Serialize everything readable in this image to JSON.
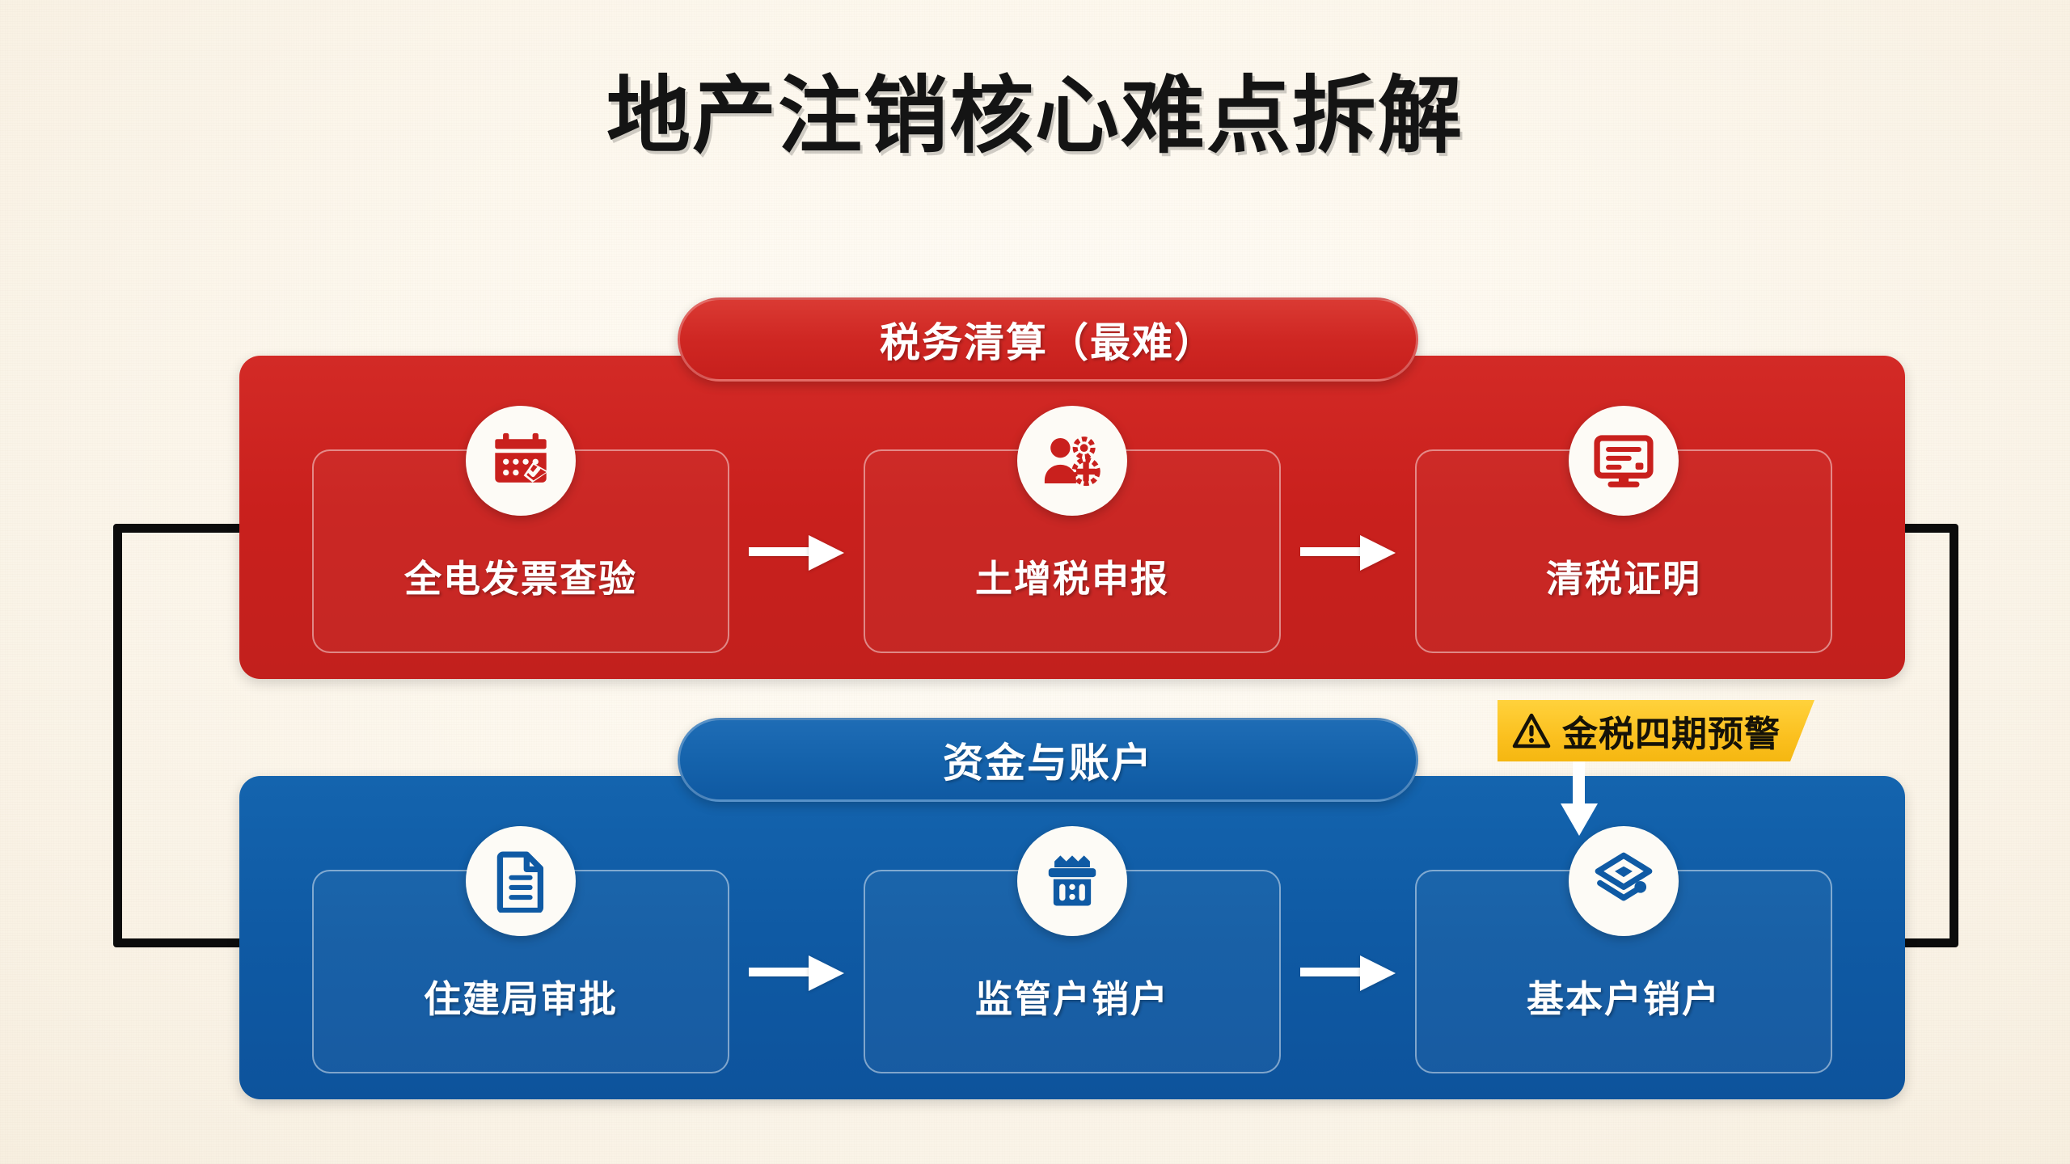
{
  "page": {
    "title": "地产注销核心难点拆解",
    "background_color": "#fbf5ea",
    "frame_color": "#0c0c0c"
  },
  "sections": [
    {
      "id": "tax",
      "header": "税务清算（最难）",
      "color": "#c9201d",
      "steps": [
        {
          "label": "全电发票查验",
          "icon": "calendar-check-icon"
        },
        {
          "label": "土增税申报",
          "icon": "people-coin-icon"
        },
        {
          "label": "清税证明",
          "icon": "monitor-document-icon"
        }
      ]
    },
    {
      "id": "funds",
      "header": "资金与账户",
      "color": "#0f5aa4",
      "steps": [
        {
          "label": "住建局审批",
          "icon": "document-lines-icon"
        },
        {
          "label": "监管户销户",
          "icon": "bank-basket-icon"
        },
        {
          "label": "基本户销户",
          "icon": "layered-diamond-icon"
        }
      ]
    }
  ],
  "warning": {
    "text": "金税四期预警",
    "icon": "warning-triangle-icon",
    "background_color": "#fbc01f",
    "text_color": "#151208"
  }
}
